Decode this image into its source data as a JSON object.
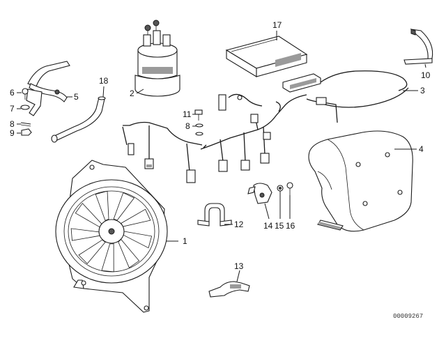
{
  "callouts": {
    "c1": "1",
    "c2": "2",
    "c3": "3",
    "c4": "4",
    "c5": "5",
    "c6": "6",
    "c7": "7",
    "c8a": "8",
    "c8b": "8",
    "c9": "9",
    "c10": "10",
    "c11": "11",
    "c12": "12",
    "c13": "13",
    "c14": "14",
    "c15": "15",
    "c16": "16",
    "c17": "17",
    "c18": "18"
  },
  "document_number": "00009267"
}
